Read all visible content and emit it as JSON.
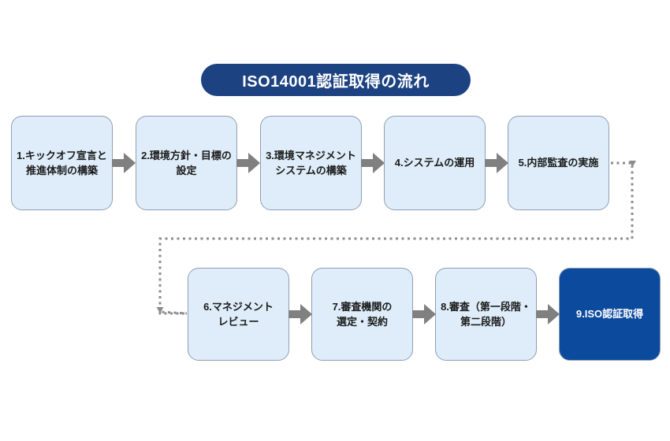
{
  "title": {
    "text": "ISO14001認証取得の流れ"
  },
  "colors": {
    "pill_bg": "#1c4282",
    "box_light_bg": "#deedf9",
    "box_border": "#8f9fb1",
    "box_dark_bg": "#0c4a9e",
    "arrow": "#808080",
    "connector": "#8c8c8c",
    "text_dark": "#1a1a1a",
    "text_light": "#ffffff"
  },
  "steps": [
    {
      "label": "1.キックオフ宣言と\n推進体制の構築",
      "variant": "light"
    },
    {
      "label": "2.環境方針・目標の\n設定",
      "variant": "light"
    },
    {
      "label": "3.環境マネジメント\nシステムの構築",
      "variant": "light"
    },
    {
      "label": "4.システムの運用",
      "variant": "light"
    },
    {
      "label": "5.内部監査の実施",
      "variant": "light"
    },
    {
      "label": "6.マネジメント\nレビュー",
      "variant": "light"
    },
    {
      "label": "7.審査機関の\n選定・契約",
      "variant": "light"
    },
    {
      "label": "8.審査（第一段階・\n第二段階）",
      "variant": "light"
    },
    {
      "label": "9.ISO認証取得",
      "variant": "dark"
    }
  ]
}
